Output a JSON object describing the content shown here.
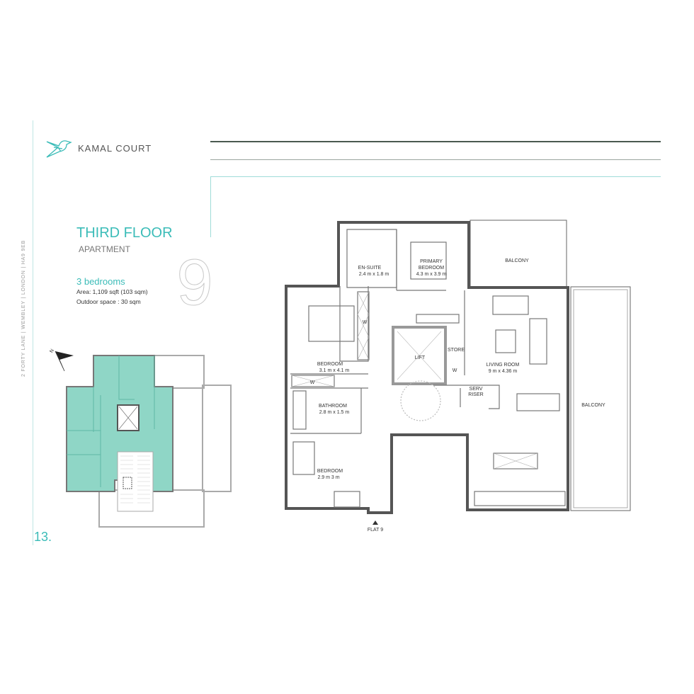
{
  "brand": {
    "name": "KAMAL COURT",
    "logo_icon": "bird-icon"
  },
  "address_vertical": "2 FORTY LANE  |  WEMBLEY  |  LONDON  |  HA9 9EB",
  "heading": {
    "title": "THIRD FLOOR",
    "subtitle": "APARTMENT",
    "flat_number": "9"
  },
  "summary": {
    "bedrooms": "3 bedrooms",
    "area": "Area:  1,109 sqft (103 sqm)",
    "outdoor": "Outdoor space  : 30 sqm"
  },
  "page_number": "13.",
  "colors": {
    "accent": "#3bbcb8",
    "key_plan_fill": "#8fd6c6",
    "rule_dark": "#4a5a50"
  },
  "plan": {
    "rooms": {
      "ensuite": {
        "name": "EN-SUITE",
        "dims": "2.4 m x 1.8 m"
      },
      "primary": {
        "name1": "PRIMARY",
        "name2": "BEDROOM",
        "dims": "4.3 m x 3.9 m"
      },
      "balcony_top": {
        "name": "BALCONY"
      },
      "bedroom2": {
        "name": "BEDROOM",
        "dims": "3.1 m x 4.1 m"
      },
      "lift": {
        "name": "LIFT"
      },
      "store": {
        "name": "STORE"
      },
      "living": {
        "name": "LIVING ROOM",
        "dims": "9 m x 4.36 m"
      },
      "riser": {
        "name1": "SERV",
        "name2": "RISER"
      },
      "balcony_right": {
        "name": "BALCONY"
      },
      "bathroom": {
        "name": "BATHROOM",
        "dims": "2.8 m x 1.5 m"
      },
      "bedroom3": {
        "name": "BEDROOM",
        "dims": "2.9 m 3 m"
      }
    },
    "wardrobe_label": "W",
    "entrance": "FLAT 9"
  }
}
